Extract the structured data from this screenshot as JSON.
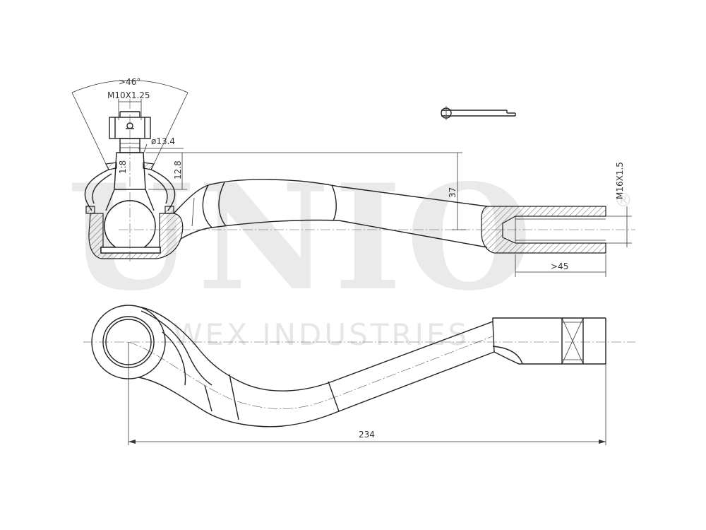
{
  "watermark": {
    "brand": "UNIO",
    "registered": "®",
    "company": "WEX INDUSTRIES"
  },
  "dimensions": {
    "taper_angle": ">46°",
    "stud_thread": "M10X1.25",
    "stud_diameter": "ø13.4",
    "taper_ratio": "1:8",
    "taper_height": "12.8",
    "offset_height": "37",
    "end_thread": "M16X1.5",
    "thread_depth": ">45",
    "overall_length": "234"
  },
  "colors": {
    "line": "#222222",
    "watermark": "#eaeaea",
    "background": "#ffffff"
  }
}
